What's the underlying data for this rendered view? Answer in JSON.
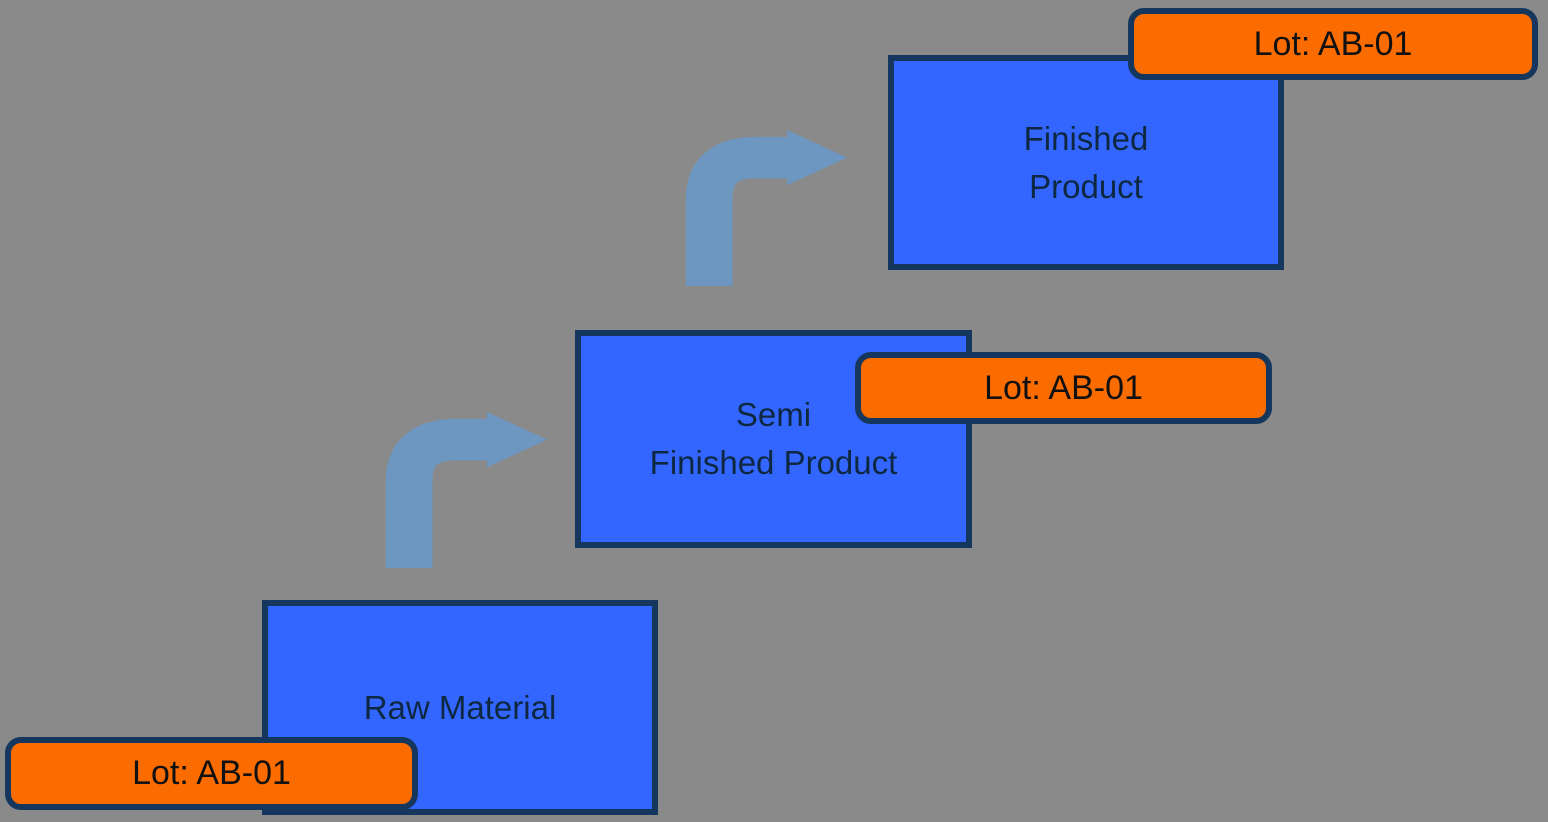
{
  "diagram": {
    "nodes": {
      "raw_material": {
        "label": "Raw Material",
        "lot": "Lot: AB-01"
      },
      "semi_finished": {
        "label_line1": "Semi",
        "label_line2": "Finished Product",
        "lot": "Lot: AB-01"
      },
      "finished_product": {
        "label_line1": "Finished",
        "label_line2": "Product",
        "lot": "Lot: AB-01"
      }
    },
    "arrows": [
      {
        "from": "raw_material",
        "to": "semi_finished"
      },
      {
        "from": "semi_finished",
        "to": "finished_product"
      }
    ],
    "colors": {
      "background": "#8A8A8A",
      "node_fill": "#3366FF",
      "node_border": "#16375D",
      "lot_fill": "#FA6C00",
      "lot_border": "#16375D",
      "arrow": "#6D97C0",
      "text": "#0E2841"
    }
  }
}
